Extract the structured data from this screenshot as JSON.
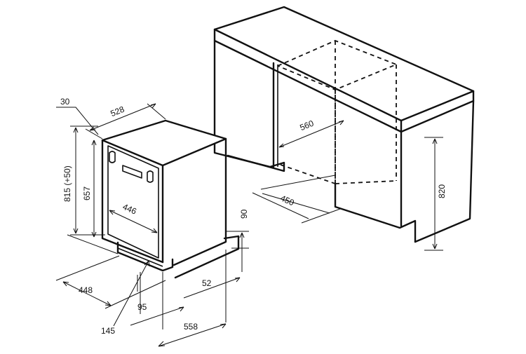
{
  "dimensions": {
    "top_offset": "30",
    "width": "528",
    "total_height": "815 (+50)",
    "body_height": "657",
    "inner_depth": "446",
    "plinth_height": "90",
    "base_depth": "448",
    "plinth_gap": "52",
    "plinth_offset": "95",
    "door_offset": "145",
    "depth": "558",
    "niche_depth": "560",
    "niche_width": "450",
    "niche_height": "820"
  }
}
